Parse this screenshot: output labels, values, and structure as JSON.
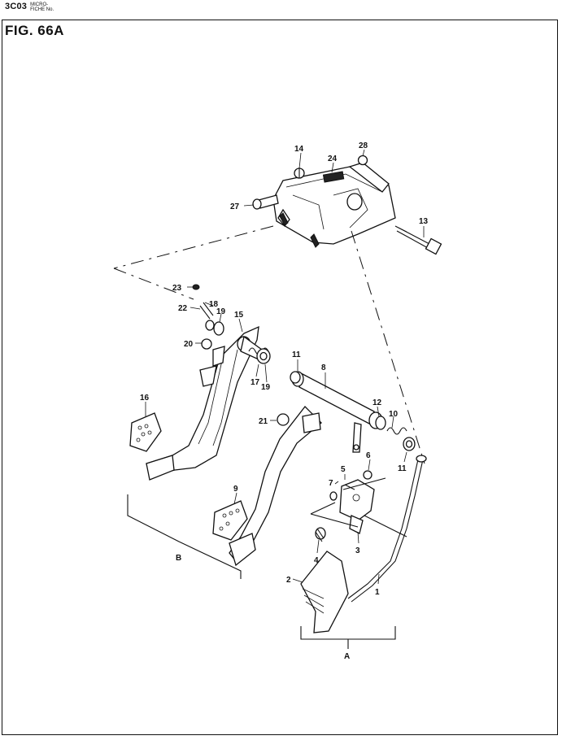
{
  "header": {
    "code": "3C03",
    "label_line1": "MICRO-",
    "label_line2": "FICHE No."
  },
  "figure": {
    "title": "FIG. 66A"
  },
  "callouts": {
    "c1": "1",
    "c2": "2",
    "c3": "3",
    "c4": "4",
    "c5": "5",
    "c6": "6",
    "c7": "7",
    "c8": "8",
    "c9": "9",
    "c10": "10",
    "c11a": "11",
    "c11b": "11",
    "c12": "12",
    "c13": "13",
    "c14": "14",
    "c15": "15",
    "c16": "16",
    "c17": "17",
    "c18": "18",
    "c19a": "19",
    "c19b": "19",
    "c20": "20",
    "c21": "21",
    "c22": "22",
    "c23": "23",
    "c24": "24",
    "c27": "27",
    "c28": "28"
  },
  "groups": {
    "a": "A",
    "b": "B"
  }
}
